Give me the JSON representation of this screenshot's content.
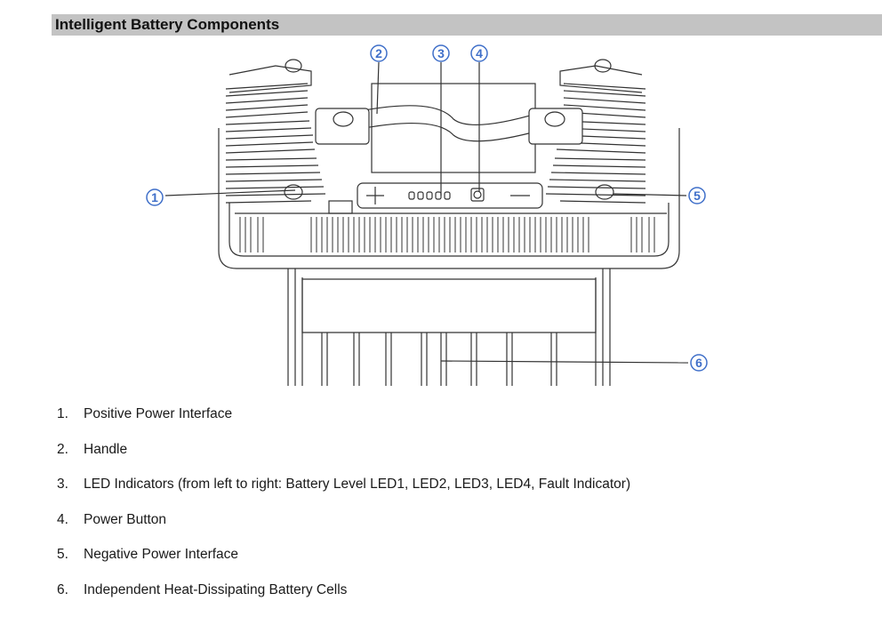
{
  "section": {
    "title": "Intelligent Battery Components"
  },
  "diagram": {
    "callouts": [
      "1",
      "2",
      "3",
      "4",
      "5",
      "6"
    ],
    "panel_symbols": {
      "positive": "+",
      "negative": "—"
    },
    "callout_color": "#3f6fc9",
    "line_color": "#333333"
  },
  "legend": {
    "items": [
      {
        "number": "1.",
        "text": "Positive Power Interface"
      },
      {
        "number": "2.",
        "text": "Handle"
      },
      {
        "number": "3.",
        "text": "LED Indicators (from left to right: Battery Level LED1, LED2, LED3, LED4, Fault Indicator)"
      },
      {
        "number": "4.",
        "text": "Power Button"
      },
      {
        "number": "5.",
        "text": "Negative Power Interface"
      },
      {
        "number": "6.",
        "text": "Independent Heat-Dissipating Battery Cells"
      }
    ]
  }
}
